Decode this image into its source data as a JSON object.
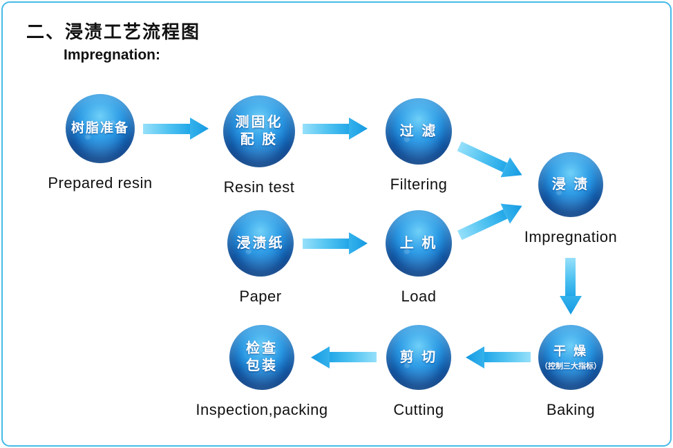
{
  "header": {
    "title": "二、浸渍工艺流程图",
    "subtitle": "Impregnation:"
  },
  "nodes": {
    "prepared_resin": {
      "zh": "树脂准备",
      "en": "Prepared resin"
    },
    "resin_test": {
      "zh": "测固化\n配 胶",
      "en": "Resin test"
    },
    "filtering": {
      "zh": "过 滤",
      "en": "Filtering"
    },
    "impregnation": {
      "zh": "浸 渍",
      "en": "Impregnation"
    },
    "paper": {
      "zh": "浸渍纸",
      "en": "Paper"
    },
    "load": {
      "zh": "上 机",
      "en": "Load"
    },
    "inspection": {
      "zh": "检查\n包装",
      "en": "Inspection,packing"
    },
    "cutting": {
      "zh": "剪 切",
      "en": "Cutting"
    },
    "baking": {
      "zh": "干 燥",
      "zh_sub": "（控制三大指标）",
      "en": "Baking"
    }
  },
  "colors": {
    "frame_border": "#45b9ea",
    "sphere_highlight": "#6fd0f8",
    "sphere_mid": "#2a9ae6",
    "sphere_dark": "#063a80",
    "arrow_light": "#96e0fa",
    "arrow_dark": "#159ae2",
    "text": "#111111",
    "sphere_text": "#ffffff"
  }
}
